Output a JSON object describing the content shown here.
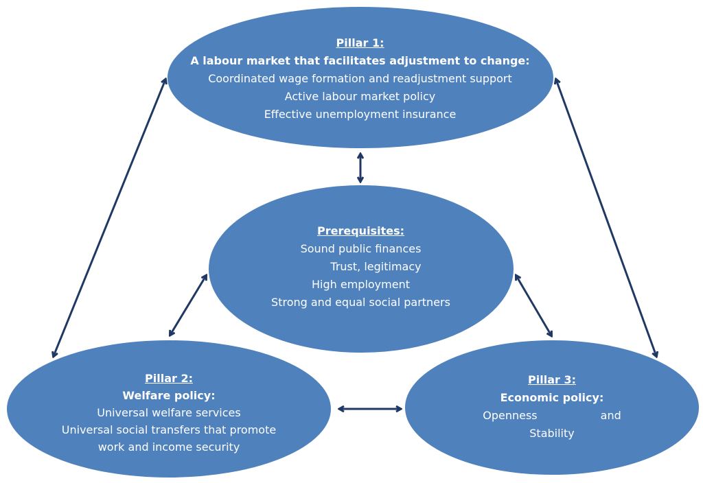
{
  "colors": {
    "ellipse_fill": "#4f81bd",
    "ellipse_edge": "#ffffff",
    "arrow": "#1f3864",
    "text": "#ffffff"
  },
  "pillar1": {
    "title": "Pillar 1:",
    "subtitle": "A labour market that facilitates adjustment to change:",
    "items": [
      "Coordinated wage formation and readjustment support",
      "Active labour market policy",
      "Effective unemployment insurance"
    ]
  },
  "prerequisites": {
    "title": "Prerequisites:",
    "items": [
      "Sound public finances",
      "Trust, legitimacy",
      "High employment",
      "Strong and equal social partners"
    ]
  },
  "pillar2": {
    "title": "Pillar 2:",
    "subtitle": "Welfare policy:",
    "items": [
      "Universal welfare services",
      "Universal social transfers that promote",
      "work and income security"
    ]
  },
  "pillar3": {
    "title": "Pillar 3:",
    "subtitle": "Economic policy:",
    "item_openness": "Openness",
    "item_and": "and",
    "item_stability": "Stability"
  }
}
